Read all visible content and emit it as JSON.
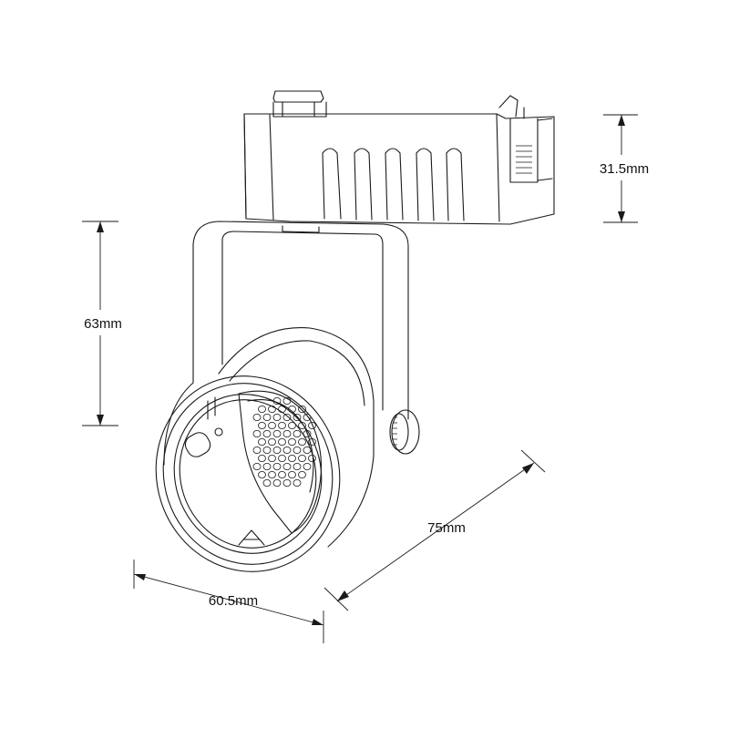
{
  "dimensions": {
    "track_height": "31.5mm",
    "body_height": "63mm",
    "depth": "75mm",
    "diameter": "60.5mm"
  },
  "colors": {
    "line": "#1a1a1a",
    "background": "#ffffff"
  }
}
